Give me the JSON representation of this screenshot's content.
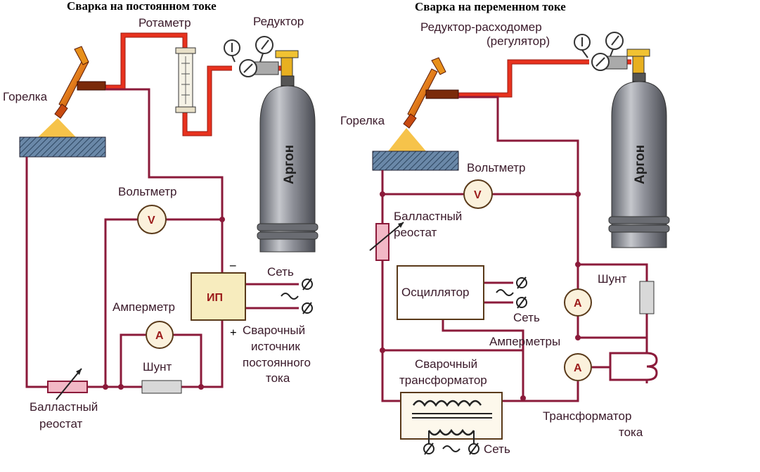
{
  "titles": {
    "dc": "Сварка на постоянном токе",
    "ac": "Сварка на переменном токе"
  },
  "dc": {
    "rotameter": "Ротаметр",
    "reducer": "Редуктор",
    "torch": "Горелка",
    "voltmeter": "Вольтметр",
    "cylinder": "Аргон",
    "minus": "–",
    "plus": "+",
    "ps": "ИП",
    "network": "Сеть",
    "ammeter": "Амперметр",
    "welding_source": [
      "Сварочный",
      "источник",
      "постоянного",
      "тока"
    ],
    "shunt": "Шунт",
    "ballast": [
      "Балластный",
      "реостат"
    ],
    "volt_symbol": "V",
    "amp_symbol": "A"
  },
  "ac": {
    "reducer": [
      "Редуктор-расходомер",
      "(регулятор)"
    ],
    "torch": "Горелка",
    "voltmeter": "Вольтметр",
    "cylinder": "Аргон",
    "ballast": [
      "Балластный",
      "реостат"
    ],
    "oscillator": "Осциллятор",
    "network1": "Сеть",
    "shunt": "Шунт",
    "ammeters": "Амперметры",
    "transformer": [
      "Сварочный",
      "трансформатор"
    ],
    "current_transformer": [
      "Трансформатор",
      "тока"
    ],
    "network2": "Сеть",
    "volt_symbol": "V",
    "amp_symbol": "A"
  },
  "colors": {
    "wire": "#8b1a3a",
    "gas_hose": "#e8321e",
    "cylinder": "#8d8f96",
    "meter_fill": "#fbf1dc",
    "plate": "#4a6a8a"
  }
}
